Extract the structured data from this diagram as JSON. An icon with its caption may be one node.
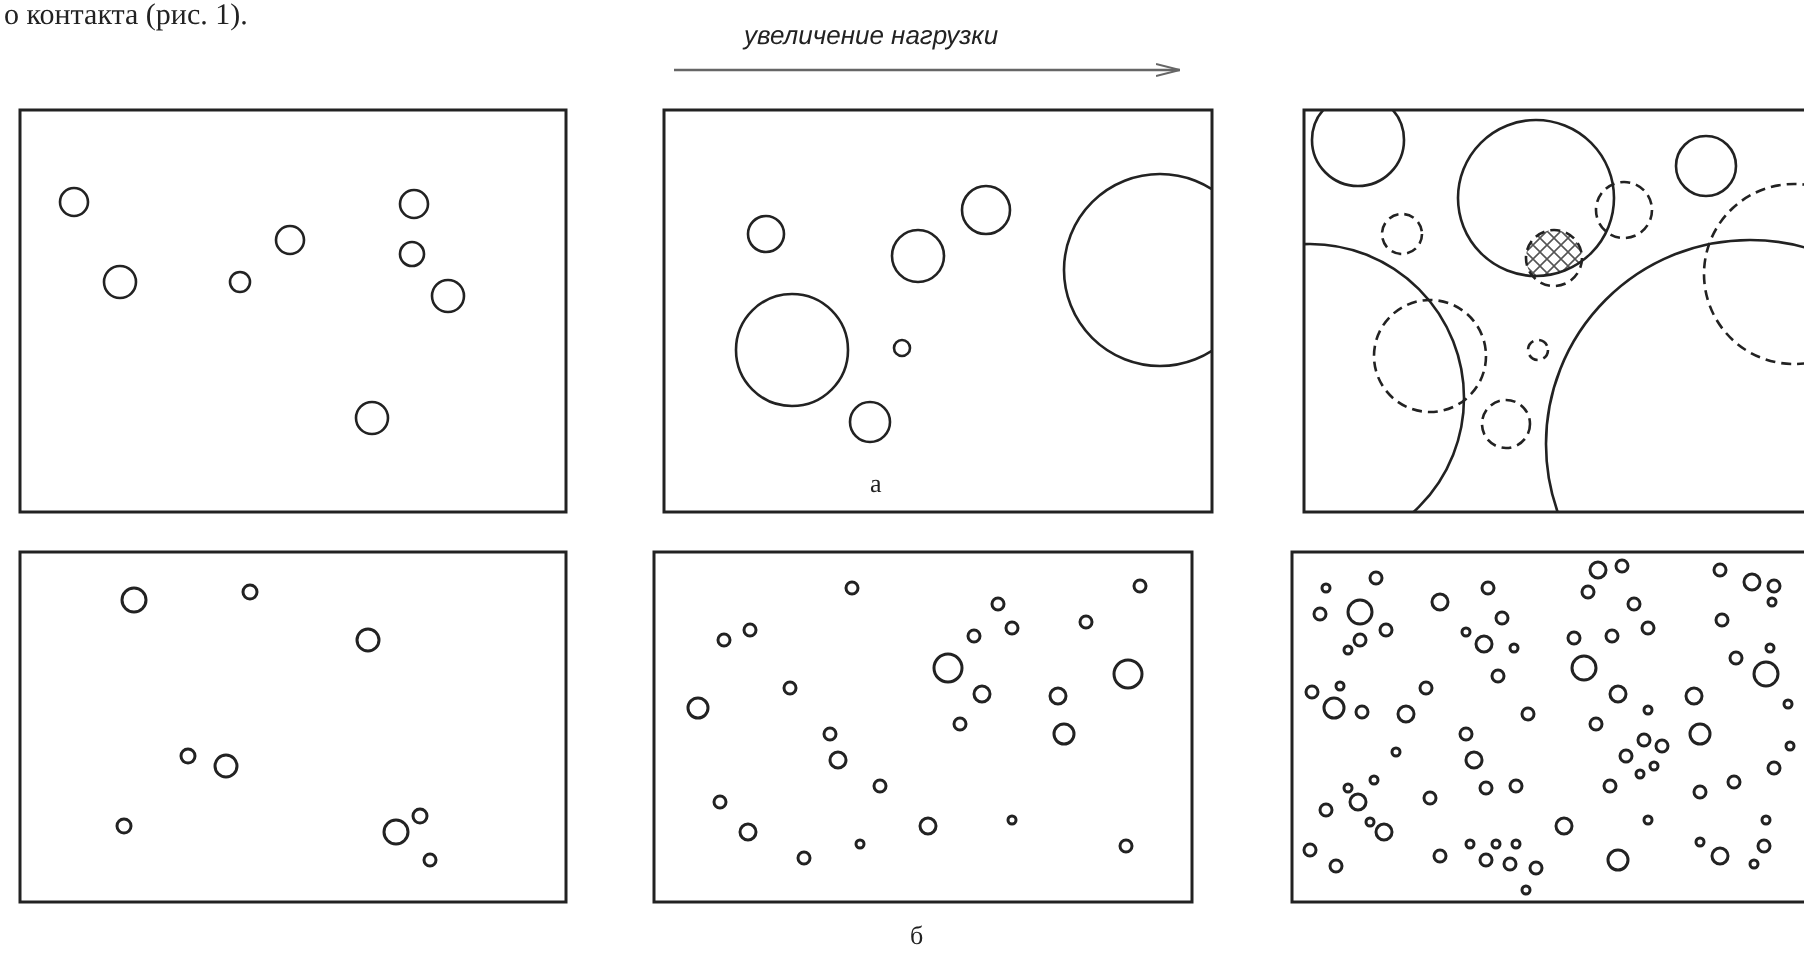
{
  "diagram": {
    "labels": [
      "о контакта (рис. 1).",
      "увеличение нагрузки",
      "а",
      "б"
    ]
  }
}
